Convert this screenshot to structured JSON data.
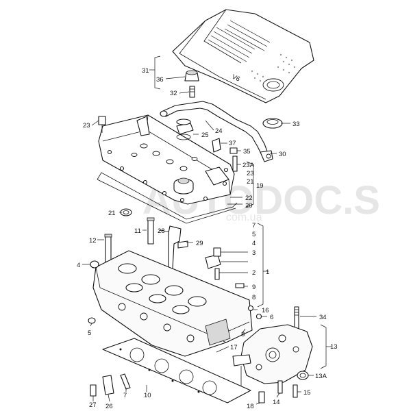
{
  "watermark": {
    "main": "AUTODOC.S",
    "sub": "com.ua"
  },
  "cover_badge": "V6",
  "callouts": {
    "c31": "31",
    "c36": "36",
    "c32": "32",
    "c33": "33",
    "c23": "23",
    "c24": "24",
    "c25": "25",
    "c37": "37",
    "c35": "35",
    "c30": "30",
    "c23a": "23A",
    "c23b": "23",
    "c21a": "21",
    "c19": "19",
    "c22": "22",
    "c20": "20",
    "c21b": "21",
    "c11": "11",
    "c28": "28",
    "c29": "29",
    "c12": "12",
    "c4": "4",
    "c7a": "7",
    "c5a": "5",
    "c4b": "4",
    "c3": "3",
    "c2": "2",
    "c1": "1",
    "c9": "9",
    "c8a": "8",
    "c16": "16",
    "c6": "6",
    "c34": "34",
    "c5b": "5",
    "c8b": "8",
    "c17": "17",
    "c13": "13",
    "c13a": "13A",
    "c15": "15",
    "c14": "14",
    "c18": "18",
    "c10": "10",
    "c7b": "7",
    "c27": "27",
    "c26": "26"
  }
}
